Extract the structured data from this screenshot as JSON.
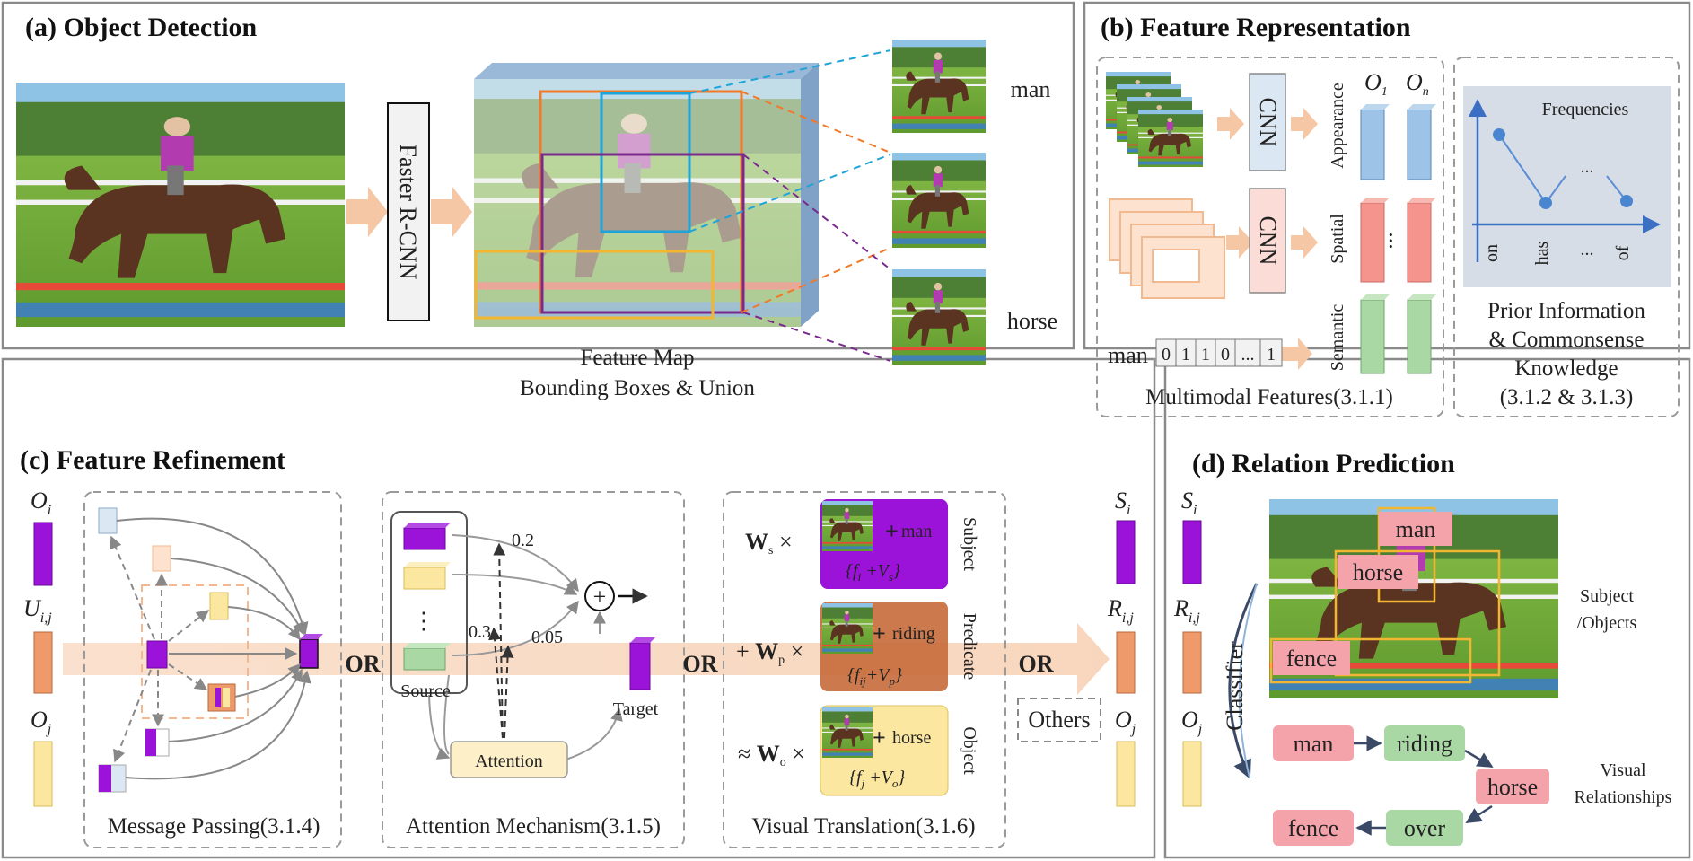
{
  "panels": {
    "a": {
      "title": "(a) Object Detection",
      "detector_label": "Faster R-CNN",
      "feature_map_caption_1": "Feature Map",
      "feature_map_caption_2": "Bounding Boxes & Union",
      "crop_label_man": "man",
      "crop_label_horse": "horse"
    },
    "b": {
      "title": "(b) Feature Representation",
      "cnn_label": "CNN",
      "appearance_label": "Appearance",
      "spatial_label": "Spatial",
      "semantic_label": "Semantic",
      "o1_label": "O1",
      "on_label": "On",
      "ellipsis": "...",
      "word_label": "man",
      "onehot": [
        "0",
        "1",
        "1",
        "0",
        "...",
        "1"
      ],
      "multimodal_caption": "Multimodal Features(3.1.1)",
      "freq_title": "Frequencies",
      "freq_axis": [
        "on",
        "has",
        "...",
        "of"
      ],
      "prior_caption": [
        "Prior Information",
        "& Commonsense",
        "Knowledge",
        "(3.1.2 & 3.1.3)"
      ]
    },
    "c": {
      "title": "(c) Feature Refinement",
      "oi_label": "Oi",
      "uij_label": "Ui,j",
      "oj_label": "Oj",
      "message_passing_caption": "Message Passing(3.1.4)",
      "attention_caption": "Attention Mechanism(3.1.5)",
      "visual_translation_caption": "Visual Translation(3.1.6)",
      "or_label": "OR",
      "source_label": "Source",
      "target_label": "Target",
      "attention_label": "Attention",
      "weights": [
        "0.2",
        "0.3",
        "0.05"
      ],
      "ws_term": "Ws ×",
      "wp_term": "+ Wp ×",
      "wo_term": "≈ Wo ×",
      "subject_word": "man",
      "predicate_word": "riding",
      "object_word": "horse",
      "fi_term": "{fi +Vs}",
      "fij_term": "{fij+Vp}",
      "fj_term": "{fj +Vo}",
      "subject_label": "Subject",
      "predicate_label": "Predicate",
      "object_label": "Object",
      "others_label": "Others",
      "si_label": "Si",
      "rij_label": "Ri,j",
      "oj_out_label": "Oj"
    },
    "d": {
      "title": "(d) Relation Prediction",
      "si_label": "Si",
      "rij_label": "Ri,j",
      "oj_label": "Oj",
      "classifier_label": "Classifier",
      "box_man": "man",
      "box_horse": "horse",
      "box_fence": "fence",
      "subject_objects_caption": [
        "Subject",
        "/Objects"
      ],
      "graph_nodes": [
        "man",
        "riding",
        "horse",
        "fence",
        "over"
      ],
      "visual_relationships_caption": [
        "Visual",
        "Relationships"
      ]
    }
  },
  "colors": {
    "purple": "#9b12d9",
    "orange": "#ee9a6b",
    "yellow": "#fbe79f",
    "blue_bar": "#9dc3e6",
    "red_bar": "#f4948c",
    "green_bar": "#a9d8a4",
    "peach_arrow": "#f6c7a4",
    "pink_node": "#f5a3ab",
    "green_node": "#a9d8a4",
    "box_blue": "#1ea4d9",
    "box_orange": "#f07a2a",
    "box_purple": "#7a2a8c",
    "box_yellow": "#f2b632"
  }
}
